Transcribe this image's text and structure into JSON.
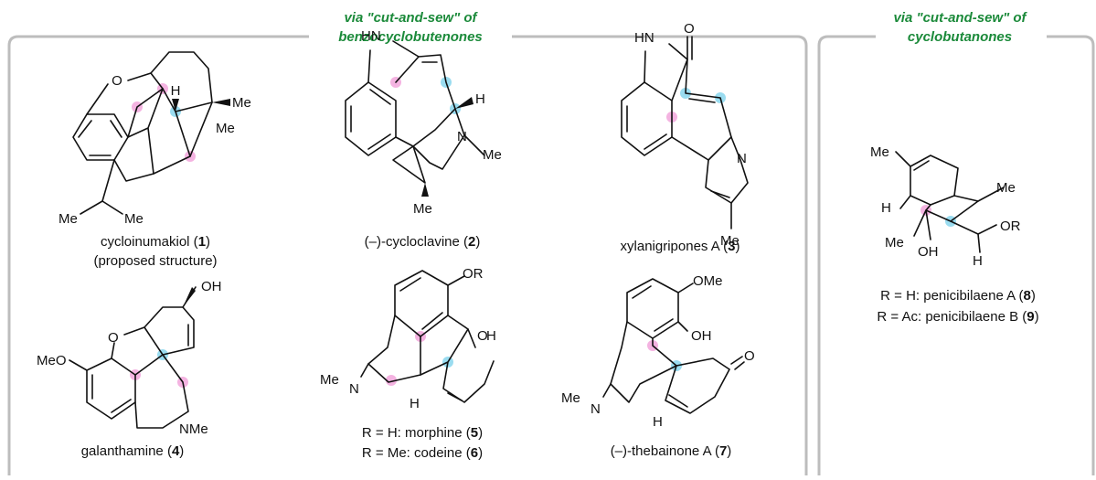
{
  "panels": [
    {
      "header": [
        "via \"cut-and-sew\" of",
        "benzocyclobutenones"
      ]
    },
    {
      "header": [
        "via \"cut-and-sew\" of",
        "cyclobutanones"
      ]
    }
  ],
  "compounds": [
    {
      "name": "cycloinumakiol",
      "num": "1",
      "note": "(proposed structure)"
    },
    {
      "name": "(–)-cycloclavine",
      "num": "2"
    },
    {
      "name": "xylanigripones A",
      "num": "3"
    },
    {
      "name": "galanthamine",
      "num": "4"
    },
    {
      "r": "R = H: ",
      "name": "morphine",
      "num": "5"
    },
    {
      "r": "R = Me: ",
      "name": "codeine",
      "num": "6"
    },
    {
      "name": "(–)-thebainone A",
      "num": "7"
    },
    {
      "r": "R = H: ",
      "name": "penicibilaene A",
      "num": "8"
    },
    {
      "r": "R = Ac: ",
      "name": "penicibilaene B",
      "num": "9"
    }
  ],
  "atoms": {
    "c1": [
      "O",
      "H",
      "Me",
      "Me",
      "Me",
      "Me"
    ],
    "c2": [
      "HN",
      "H",
      "N",
      "Me",
      "Me"
    ],
    "c3": [
      "HN",
      "O",
      "N",
      "Me"
    ],
    "c4": [
      "OH",
      "MeO",
      "O",
      "NMe"
    ],
    "c5": [
      "OR",
      "O",
      "H",
      "Me",
      "N",
      "H"
    ],
    "c7": [
      "OMe",
      "OH",
      "O",
      "Me",
      "N",
      "H"
    ],
    "c8": [
      "Me",
      "Me",
      "H",
      "OR",
      "Me",
      "OH",
      "H"
    ]
  },
  "colors": {
    "header": "#1b8a3a",
    "frame": "#bdbdbd",
    "pink_dot": "#f2a6dc",
    "cyan_dot": "#8fd8ee"
  },
  "chart_data": {
    "type": "diagram",
    "title": "",
    "groups": [
      {
        "label": "via \"cut-and-sew\" of benzocyclobutenones",
        "members": [
          "1",
          "2",
          "3",
          "4",
          "5",
          "6",
          "7"
        ]
      },
      {
        "label": "via \"cut-and-sew\" of cyclobutanones",
        "members": [
          "8",
          "9"
        ]
      }
    ]
  }
}
